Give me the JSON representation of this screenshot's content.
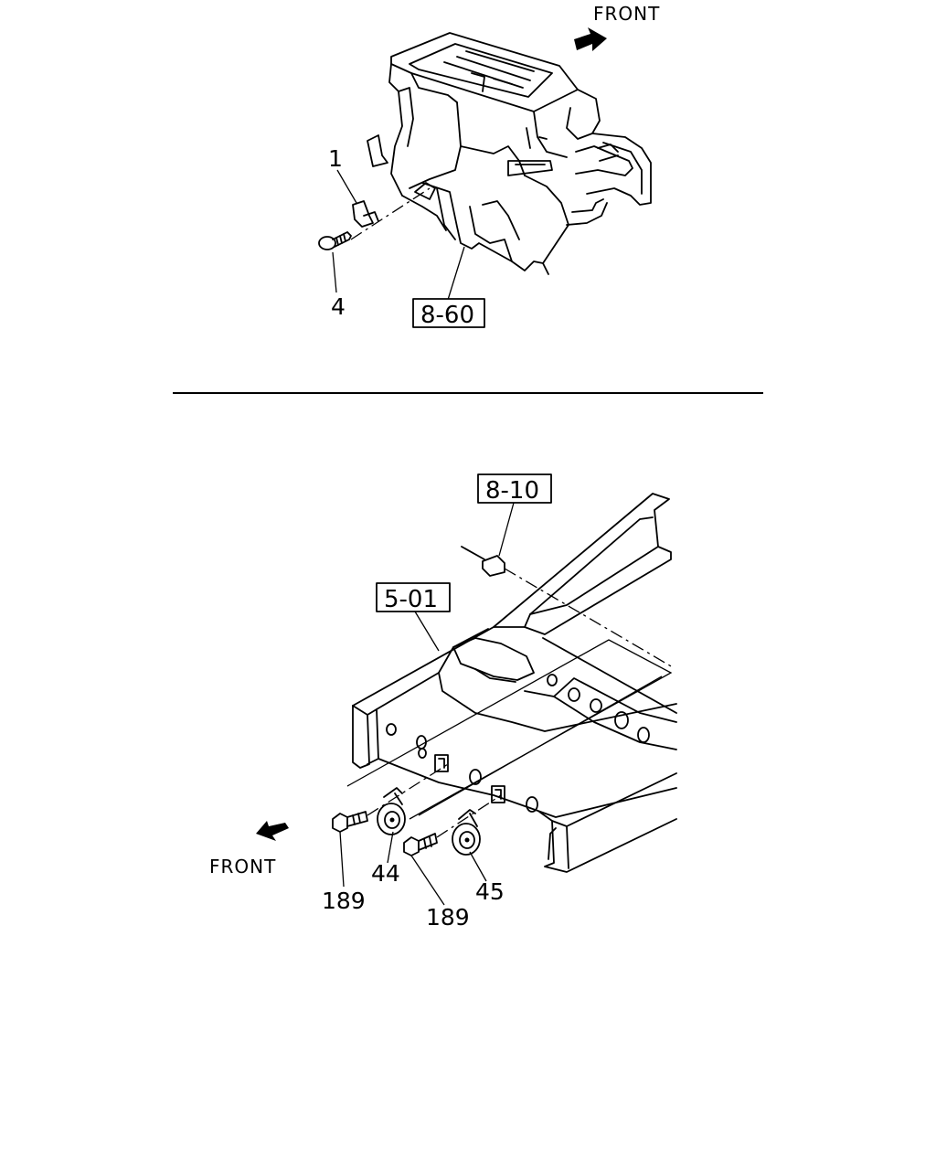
{
  "top_view": {
    "front_label": "FRONT",
    "callouts": {
      "part_1": "1",
      "part_4": "4"
    },
    "reference": "8-60"
  },
  "bottom_view": {
    "front_label": "FRONT",
    "references": {
      "connector": "8-10",
      "frame": "5-01"
    },
    "callouts": {
      "part_44": "44",
      "part_45": "45",
      "bolt_left": "189",
      "bolt_right": "189"
    }
  }
}
